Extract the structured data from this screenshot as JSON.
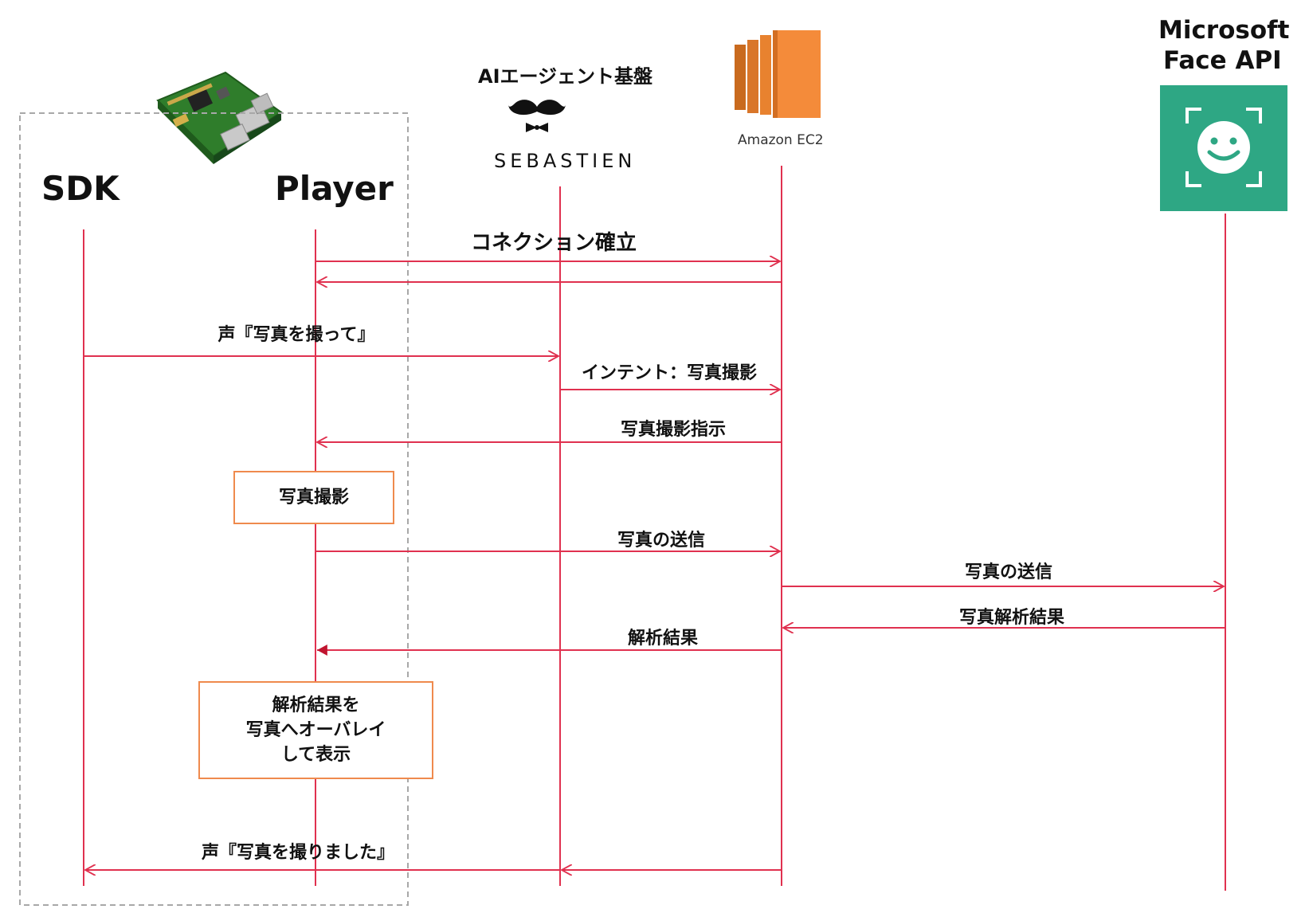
{
  "participants": {
    "sdk": "SDK",
    "player": "Player",
    "agent_title": "AIエージェント基盤",
    "agent_logo_text": "SEBASTIEN",
    "ec2_label": "Amazon EC2",
    "face_api_line1": "Microsoft",
    "face_api_line2": "Face API"
  },
  "messages": {
    "m1": "コネクション確立",
    "m2": "声『写真を撮って』",
    "m3": "インテント：写真撮影",
    "m4": "写真撮影指示",
    "m5": "写真の送信",
    "m6": "写真の送信",
    "m7": "写真解析結果",
    "m8": "解析結果",
    "m9": "声『写真を撮りました』"
  },
  "boxes": {
    "b1": "写真撮影",
    "b2": "解析結果を\n写真へオーバレイ\nして表示"
  },
  "icons": {
    "raspberry_pi": "raspberry-pi-board-icon",
    "mustache": "mustache-bowtie-icon",
    "ec2": "amazon-ec2-icon",
    "face": "face-detection-icon"
  },
  "colors": {
    "lifeline": "#e0314f",
    "box_border": "#ef8a4d",
    "ec2_orange": "#f48b3a",
    "face_green": "#2ea784"
  }
}
